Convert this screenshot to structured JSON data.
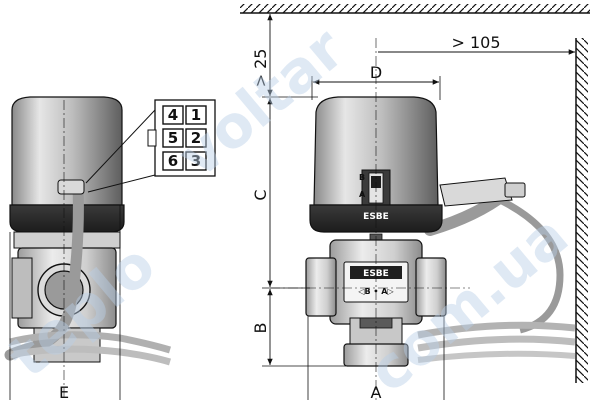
{
  "dimensions": {
    "clearance_top": "> 25",
    "clearance_side": "> 105",
    "d": "D",
    "c": "C",
    "b": "B",
    "a": "A",
    "e": "E"
  },
  "connector": {
    "pins_left": [
      "4",
      "5",
      "6"
    ],
    "pins_right": [
      "1",
      "2",
      "3"
    ]
  },
  "valve": {
    "brand": "ESBE",
    "flow_marking": "◁B • A▷",
    "switch_b": "B",
    "switch_a": "A",
    "knob_brand": "ESBE"
  },
  "watermark": [
    "teplo",
    "voltar",
    "com.ua"
  ],
  "colors": {
    "line": "#111111",
    "cover_dark": "#6f6f6f",
    "cover_light": "#e4e4e4",
    "body": "#d2d2d2",
    "cable": "#9a9a9a",
    "watermark": "#b9cfe6"
  }
}
